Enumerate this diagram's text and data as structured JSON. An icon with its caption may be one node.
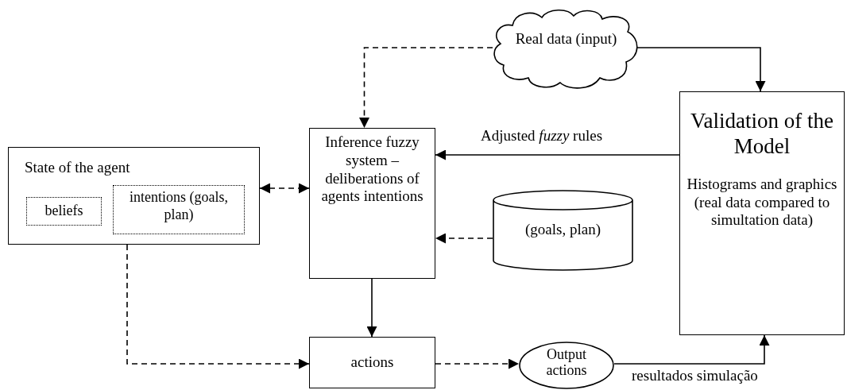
{
  "diagram": {
    "nodes": [
      {
        "text": [
          "State of the agent"
        ]
      },
      {
        "text": [
          "beliefs"
        ],
        "in": 0
      },
      {
        "text": [
          "intentions (goals, plan)"
        ],
        "in": 0
      },
      {
        "text": [
          "Real data (input)"
        ]
      },
      {
        "text": [
          "Inference fuzzy system –deliberations of agents intentions"
        ]
      },
      {
        "text": [
          "Validation of the Model",
          "Histograms and graphics (real data compared to simultation data)"
        ]
      },
      {
        "text": [
          "(goals, plan)"
        ]
      },
      {
        "text": [
          "actions"
        ]
      },
      {
        "text": [
          "Output actions"
        ]
      }
    ],
    "edges": [
      {
        "from": 3,
        "to": 4,
        "arrow": "to",
        "style": "dashed"
      },
      {
        "from": 3,
        "to": 5,
        "arrow": "to"
      },
      {
        "from": 5,
        "to": 4,
        "arrow": "to",
        "label": "Adjusted *fuzzy* rules"
      },
      {
        "from": 0,
        "to": 4,
        "arrow": "both",
        "style": "dashed"
      },
      {
        "from": 6,
        "to": 4,
        "arrow": "to",
        "style": "dashed"
      },
      {
        "from": 4,
        "to": 7,
        "arrow": "to"
      },
      {
        "from": 0,
        "to": 7,
        "arrow": "to",
        "style": "dashed"
      },
      {
        "from": 7,
        "to": 8,
        "arrow": "to",
        "style": "dashed"
      },
      {
        "from": 8,
        "to": 5,
        "arrow": "to",
        "label": "resultados simulação"
      }
    ]
  }
}
